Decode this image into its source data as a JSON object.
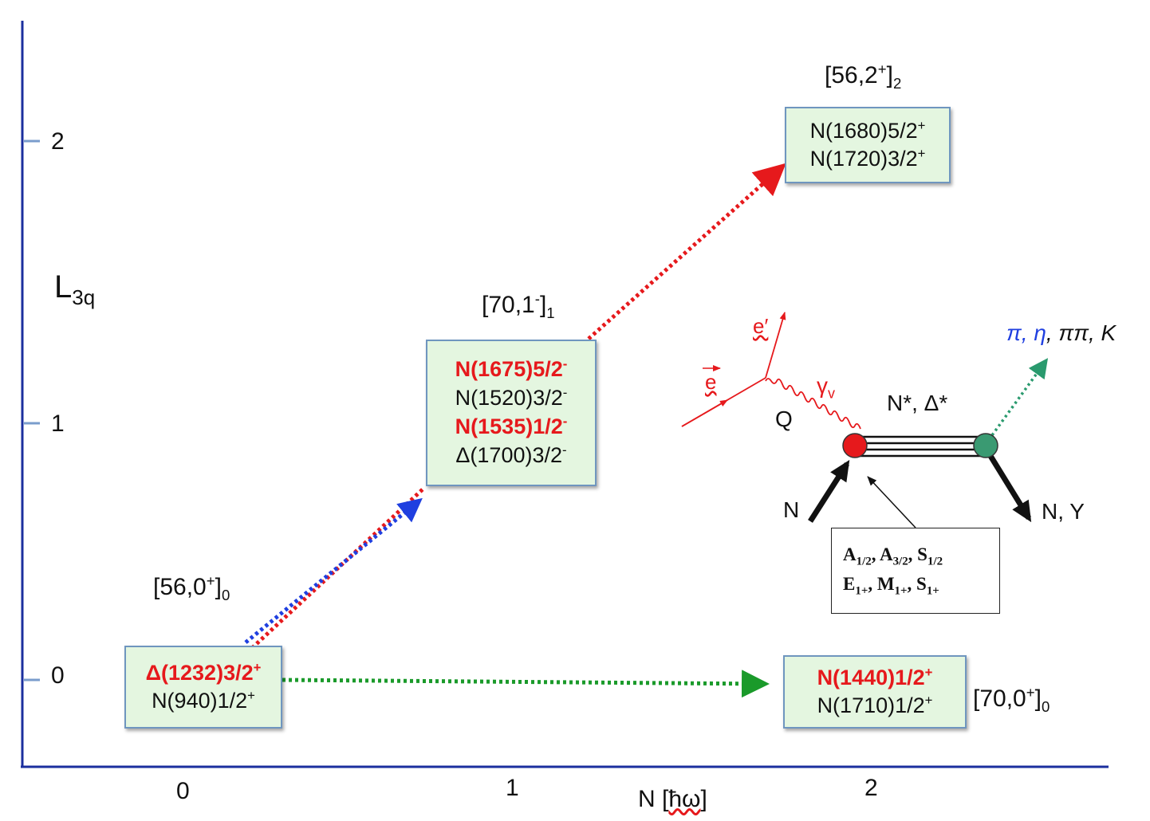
{
  "axes": {
    "y_label": "L",
    "y_label_sub": "3q",
    "y_ticks": [
      "0",
      "1",
      "2"
    ],
    "x_label_prefix": "N [",
    "x_label_unit": "ħω",
    "x_label_suffix": "]",
    "x_ticks": [
      "0",
      "1",
      "2"
    ]
  },
  "supermultiplets": {
    "s56_0": {
      "base": "[56,0",
      "sup": "+",
      "close": "]",
      "sub": "0"
    },
    "s70_1": {
      "base": "[70,1",
      "sup": "-",
      "close": "]",
      "sub": "1"
    },
    "s56_2": {
      "base": "[56,2",
      "sup": "+",
      "close": "]",
      "sub": "2"
    },
    "s70_0": {
      "base": "[70,0",
      "sup": "+",
      "close": "]",
      "sub": "0"
    }
  },
  "boxes": {
    "ground": [
      {
        "name": "Δ(1232)3/2",
        "parity": "+",
        "highlight": true
      },
      {
        "name": "N(940)1/2",
        "parity": "+",
        "highlight": false
      }
    ],
    "l1": [
      {
        "name": "N(1675)5/2",
        "parity": "-",
        "highlight": true
      },
      {
        "name": "N(1520)3/2",
        "parity": "-",
        "highlight": false
      },
      {
        "name": "N(1535)1/2",
        "parity": "-",
        "highlight": true
      },
      {
        "name": "Δ(1700)3/2",
        "parity": "-",
        "highlight": false
      }
    ],
    "l2": [
      {
        "name": "N(1680)5/2",
        "parity": "+",
        "highlight": false
      },
      {
        "name": "N(1720)3/2",
        "parity": "+",
        "highlight": false
      }
    ],
    "roper": [
      {
        "name": "N(1440)1/2",
        "parity": "+",
        "highlight": true
      },
      {
        "name": "N(1710)1/2",
        "parity": "+",
        "highlight": false
      }
    ]
  },
  "feynman": {
    "electron_in": "e",
    "electron_out": "e′",
    "photon": "γ",
    "photon_sub": "v",
    "q_label": "Q",
    "resonance": "N*, Δ*",
    "nucleon_in": "N",
    "baryon_out": "N, Y",
    "mesons": [
      {
        "text": "π",
        "color": "#1f3fe0"
      },
      {
        "text": ", ",
        "color": "#1f3fe0"
      },
      {
        "text": "η",
        "color": "#1f3fe0"
      },
      {
        "text": ", ππ, K",
        "color": "#111111"
      }
    ],
    "amplitudes_line1": [
      {
        "s": "A",
        "sub": "1/2"
      },
      {
        "s": "A",
        "sub": "3/2"
      },
      {
        "s": "S",
        "sub": "1/2"
      }
    ],
    "amplitudes_line2": [
      {
        "s": "E",
        "sub": "1+"
      },
      {
        "s": "M",
        "sub": "1+"
      },
      {
        "s": "S",
        "sub": "1+"
      }
    ]
  },
  "colors": {
    "axis": "#1b2f9e",
    "red": "#e6191c",
    "blue": "#1f3fe0",
    "green": "#1a9a2a",
    "teal": "#2a9a6e",
    "box_fill": "#e4f6e0",
    "box_border": "#6f96bf"
  }
}
